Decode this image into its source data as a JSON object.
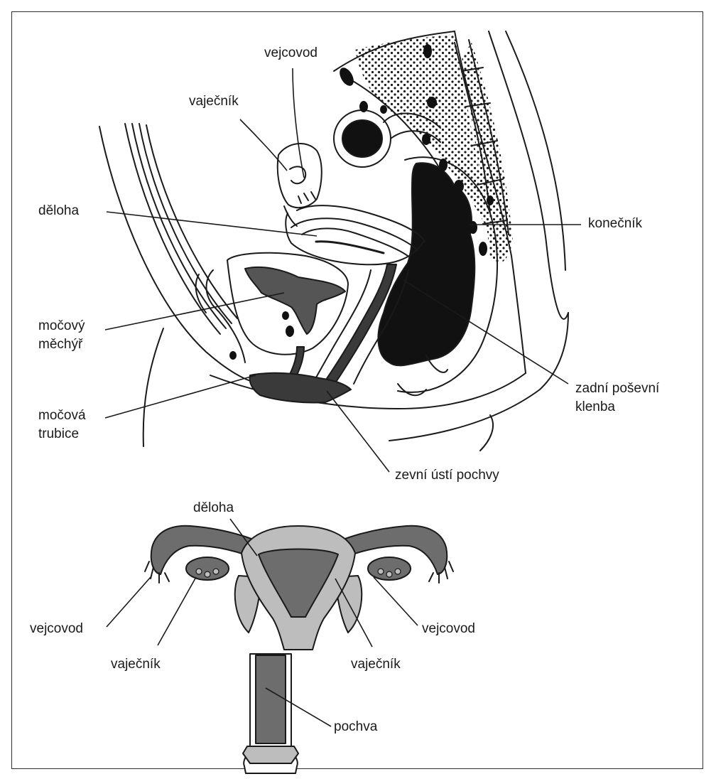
{
  "colors": {
    "ink": "#1a1a1a",
    "dark_fill": "#111111",
    "organ_grey": "#6d6d6d",
    "light_grey": "#bdbdbd",
    "paper": "#ffffff"
  },
  "sagittal_view": {
    "labels": {
      "vejcovod": "vejcovod",
      "vajecnik": "vaječník",
      "deloha": "děloha",
      "konecnik": "konečník",
      "mocovy_mechyr_1": "močový",
      "mocovy_mechyr_2": "měchýř",
      "zadni_posevni_klenba_1": "zadní poševní",
      "zadni_posevni_klenba_2": "klenba",
      "mocova_trubice_1": "močová",
      "mocova_trubice_2": "trubice",
      "zevni_usti_pochvy": "zevní ústí pochvy"
    }
  },
  "frontal_view": {
    "labels": {
      "deloha": "děloha",
      "vejcovod_left": "vejcovod",
      "vejcovod_right": "vejcovod",
      "vajecnik_left": "vaječník",
      "vajecnik_right": "vaječník",
      "pochva": "pochva"
    }
  }
}
